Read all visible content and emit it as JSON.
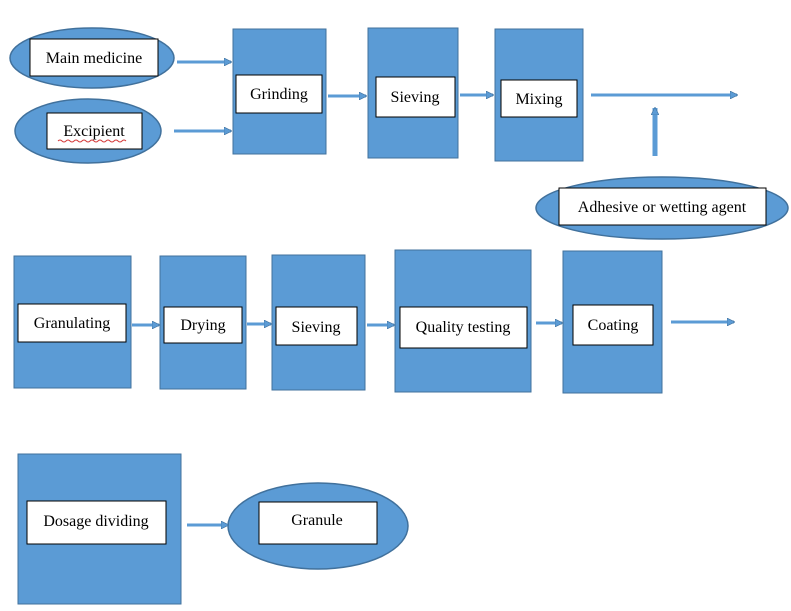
{
  "colors": {
    "fill": "#5b9bd5",
    "stroke": "#41719c",
    "label_box": "#ffffff",
    "text": "#000000"
  },
  "nodes": {
    "main_medicine": "Main medicine",
    "excipient": "Excipient",
    "grinding": "Grinding",
    "sieving_1": "Sieving",
    "mixing": "Mixing",
    "adhesive": "Adhesive or wetting agent",
    "granulating": "Granulating",
    "drying": "Drying",
    "sieving_2": "Sieving",
    "quality_testing": "Quality testing",
    "coating": "Coating",
    "dosage_dividing": "Dosage dividing",
    "granule": "Granule"
  }
}
